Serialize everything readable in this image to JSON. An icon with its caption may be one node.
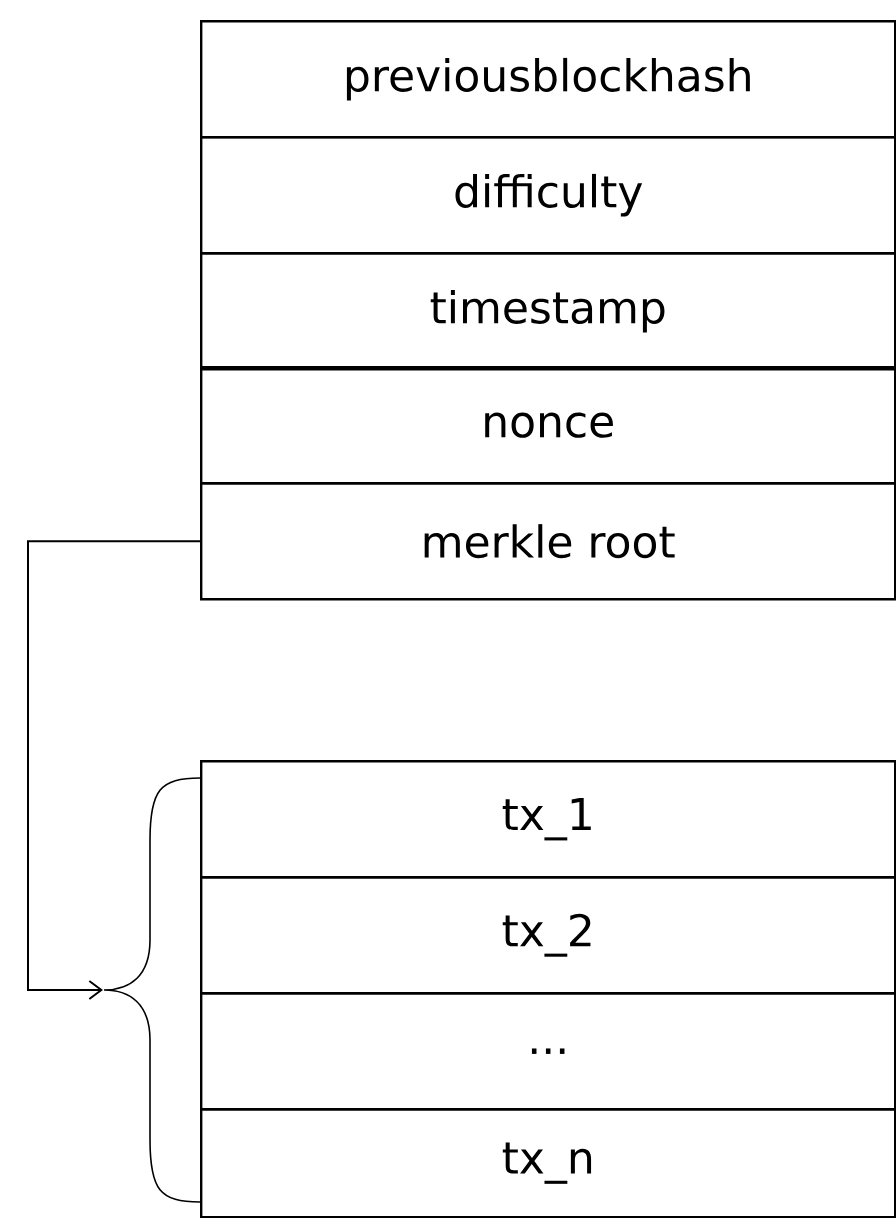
{
  "diagram": {
    "nodes": [
      {
        "text": [
          "previousblockhash"
        ]
      },
      {
        "text": [
          "difficulty"
        ]
      },
      {
        "text": [
          "timestamp"
        ]
      },
      {
        "text": [
          "nonce"
        ]
      },
      {
        "text": [
          "merkle root"
        ]
      },
      {
        "text": [],
        "shape": "brace"
      },
      {
        "text": [
          "tx_1"
        ]
      },
      {
        "text": [
          "tx_2"
        ]
      },
      {
        "text": [
          "..."
        ]
      },
      {
        "text": [
          "tx_n"
        ]
      }
    ],
    "edges": [
      {
        "from": 4,
        "to": 5,
        "arrow": "to"
      }
    ]
  }
}
